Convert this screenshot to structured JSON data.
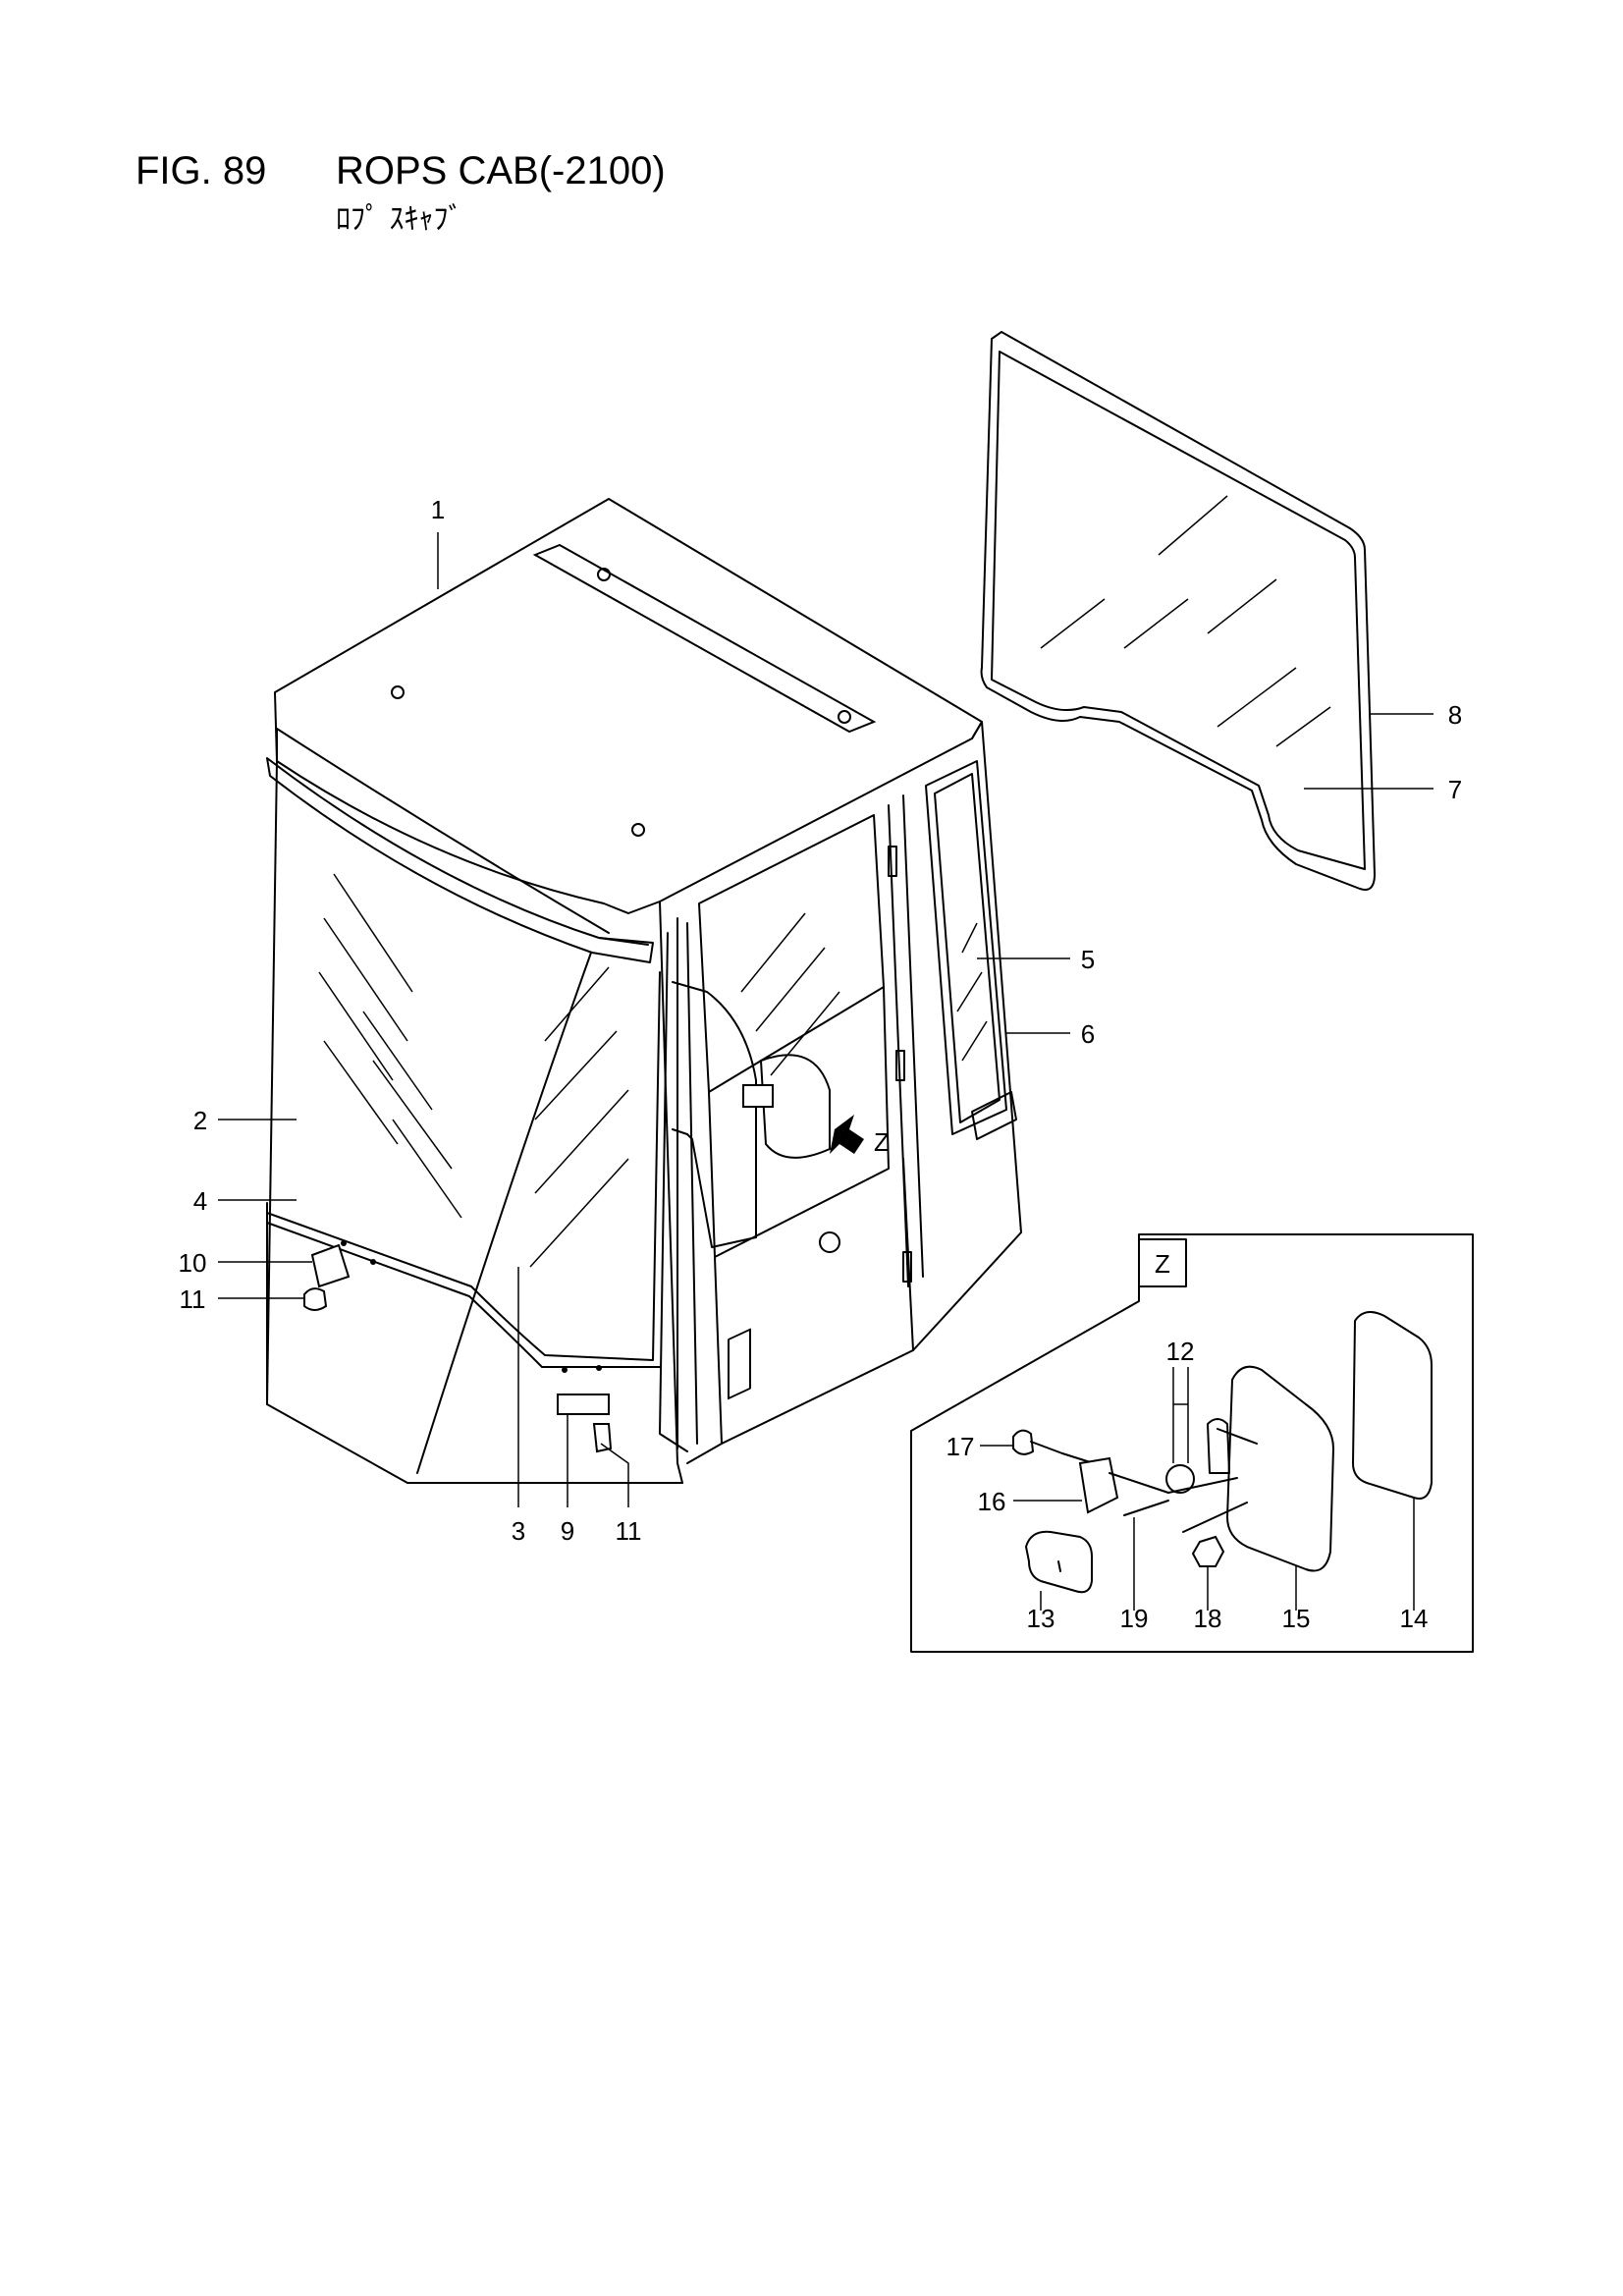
{
  "header": {
    "fig_number": "FIG. 89",
    "title": "ROPS CAB(-2100)",
    "subtitle": "ﾛﾌﾟ ｽｷｬﾌﾞ"
  },
  "detail_view": {
    "label": "Z"
  },
  "view_arrow": {
    "label": "Z"
  },
  "callouts": [
    {
      "id": "c1",
      "label": "1"
    },
    {
      "id": "c2",
      "label": "2"
    },
    {
      "id": "c3",
      "label": "3"
    },
    {
      "id": "c4",
      "label": "4"
    },
    {
      "id": "c5",
      "label": "5"
    },
    {
      "id": "c6",
      "label": "6"
    },
    {
      "id": "c7",
      "label": "7"
    },
    {
      "id": "c8",
      "label": "8"
    },
    {
      "id": "c9",
      "label": "9"
    },
    {
      "id": "c10",
      "label": "10"
    },
    {
      "id": "c11a",
      "label": "11"
    },
    {
      "id": "c11b",
      "label": "11"
    },
    {
      "id": "c12",
      "label": "12"
    },
    {
      "id": "c13",
      "label": "13"
    },
    {
      "id": "c14",
      "label": "14"
    },
    {
      "id": "c15",
      "label": "15"
    },
    {
      "id": "c16",
      "label": "16"
    },
    {
      "id": "c17",
      "label": "17"
    },
    {
      "id": "c18",
      "label": "18"
    },
    {
      "id": "c19",
      "label": "19"
    }
  ]
}
